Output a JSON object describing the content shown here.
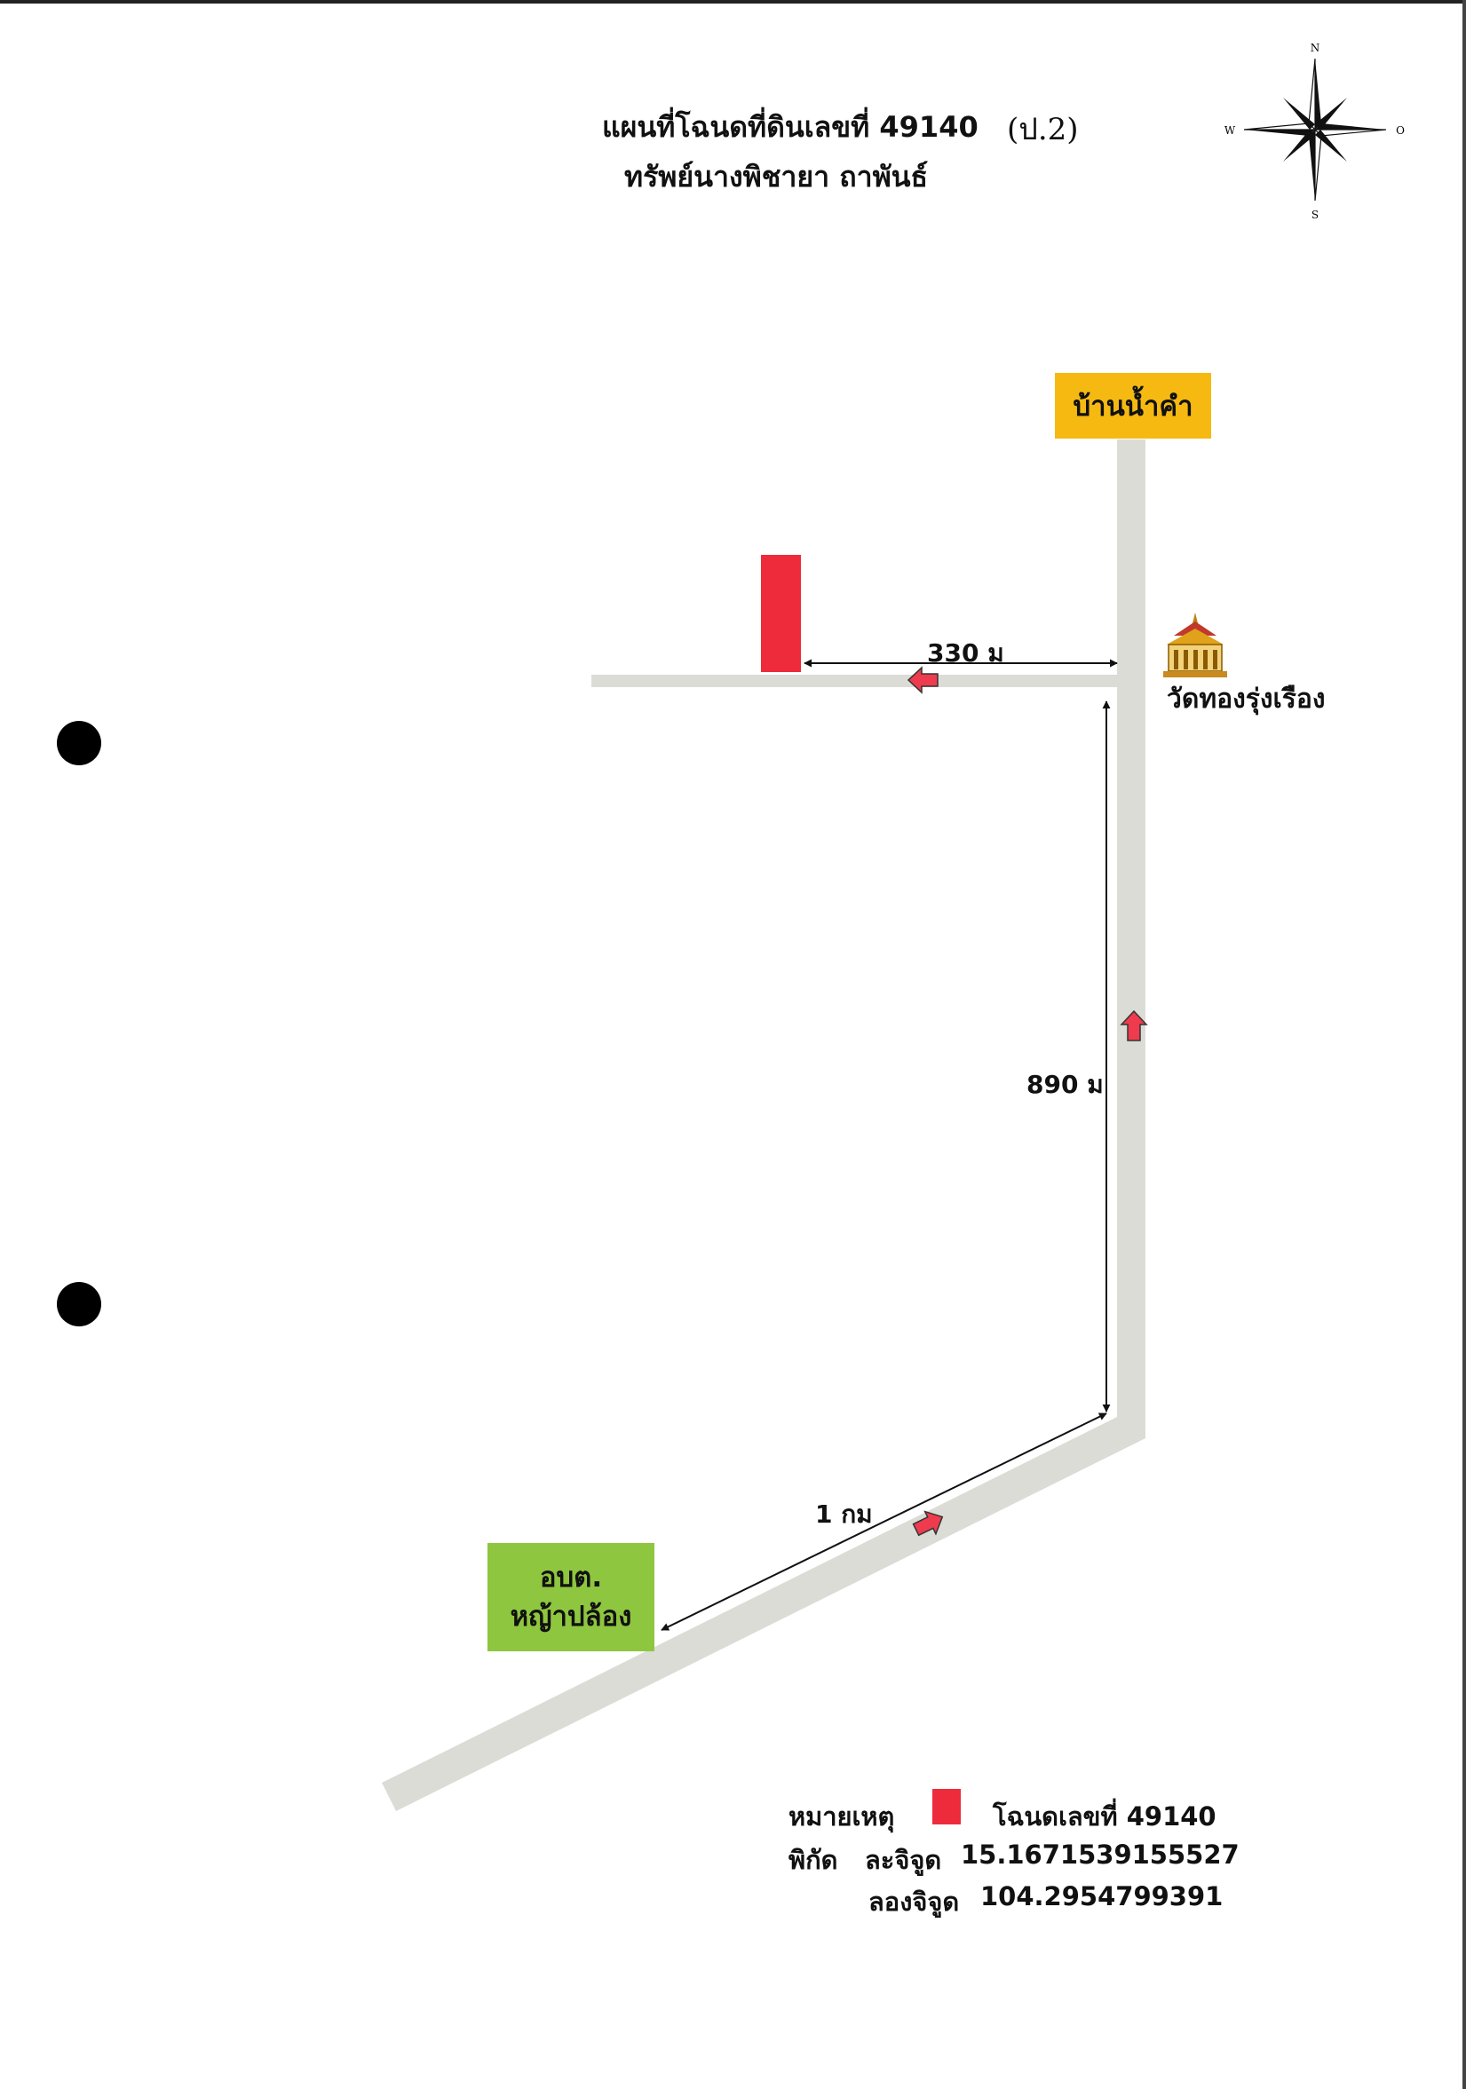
{
  "title": {
    "line1": "แผนที่โฉนดที่ดินเลขที่ 49140",
    "annotation": "(ป.2)",
    "line2": "ทรัพย์นางพิชายา ถาพันธ์"
  },
  "compass": {
    "n": "N",
    "s": "S",
    "w": "W",
    "e": "O"
  },
  "places": {
    "north": {
      "label": "บ้านน้ำคำ",
      "color": "#f5b912"
    },
    "temple": {
      "label": "วัดทองรุ่งเรือง",
      "icon": "temple-icon"
    },
    "office": {
      "line1": "อบต.",
      "line2": "หญ้าปล้อง",
      "color": "#8ec63f"
    }
  },
  "distances": {
    "d1": "330 ม",
    "d2": "890 ม",
    "d3": "1 กม"
  },
  "parcel": {
    "color": "#ee2b3b"
  },
  "legend": {
    "label": "หมายเหตุ",
    "deed": "โฉนดเลขที่ 49140",
    "coords_label": "พิกัด",
    "lat_label": "ละจิจูด",
    "lat_value": "15.1671539155527",
    "lon_label": "ลองจิจูด",
    "lon_value": "104.2954799391"
  },
  "colors": {
    "road": "#dcdcd6",
    "arrow": "#ee3b4e"
  }
}
